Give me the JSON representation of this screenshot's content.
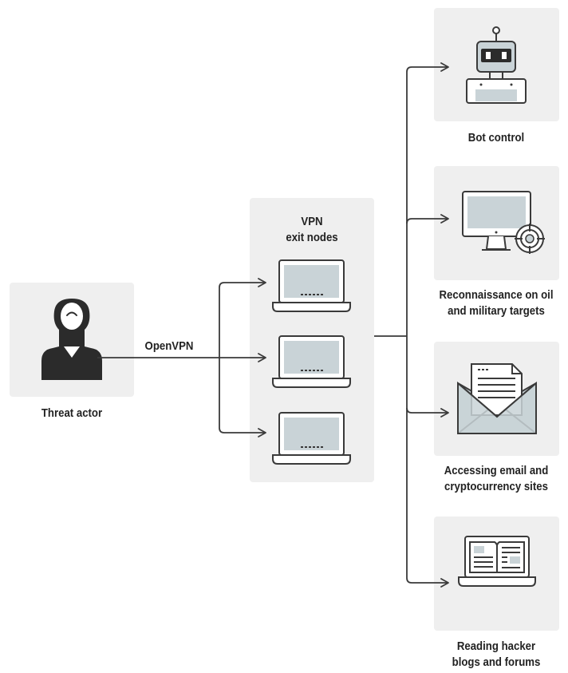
{
  "colors": {
    "stroke": "#3a3a3a",
    "panel_bg": "#efefef",
    "screen_fill": "#c9d3d7",
    "device_fill": "#ffffff",
    "dark": "#2b2b2b",
    "text": "#222222"
  },
  "nodes": {
    "threat_actor": {
      "label": "Threat actor",
      "icon": "hooded-person-icon"
    },
    "vpn": {
      "label_line1": "VPN",
      "label_line2": "exit nodes",
      "icon": "laptop-icon"
    },
    "edge_label": "OpenVPN",
    "targets": [
      {
        "line1": "Bot control",
        "line2": "",
        "icon": "robot-icon"
      },
      {
        "line1": "Reconnaissance on oil",
        "line2": "and military targets",
        "icon": "monitor-crosshair-icon"
      },
      {
        "line1": "Accessing email and",
        "line2": "cryptocurrency sites",
        "icon": "envelope-document-icon"
      },
      {
        "line1": "Reading hacker",
        "line2": "blogs and forums",
        "icon": "open-book-laptop-icon"
      }
    ]
  }
}
